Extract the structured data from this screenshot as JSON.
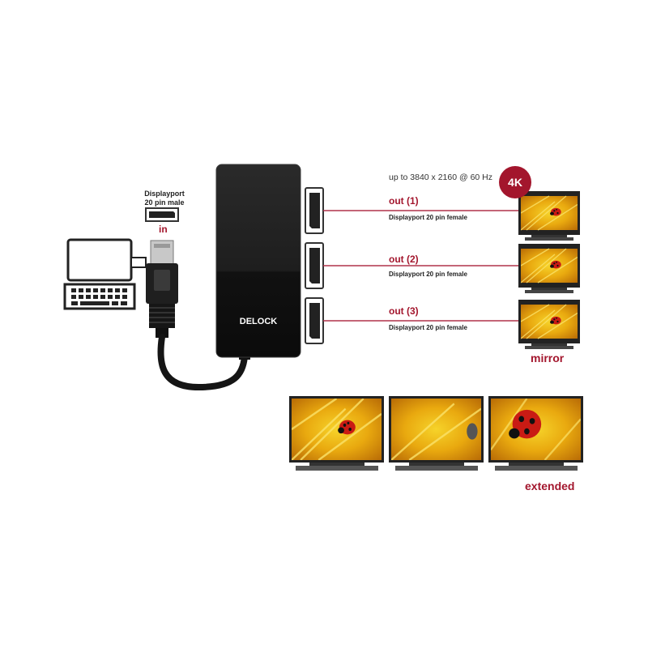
{
  "input": {
    "title_line1": "Displayport",
    "title_line2": "20 pin male",
    "label": "in"
  },
  "spec_text": "up to 3840 x 2160 @ 60 Hz",
  "badge": "4K",
  "brand": "DELOCK",
  "outputs": [
    {
      "label": "out (1)",
      "sub": "Displayport 20 pin female"
    },
    {
      "label": "out (2)",
      "sub": "Displayport 20 pin female"
    },
    {
      "label": "out (3)",
      "sub": "Displayport 20 pin female"
    }
  ],
  "modes": {
    "mirror": "mirror",
    "extended": "extended"
  },
  "colors": {
    "accent": "#a3162d",
    "device": "#1c1c1c",
    "line": "#b0324a"
  },
  "icons": [
    "laptop-icon",
    "displayport-port-icon",
    "displayport-plug-icon",
    "monitor-icon",
    "ladybug-image"
  ]
}
